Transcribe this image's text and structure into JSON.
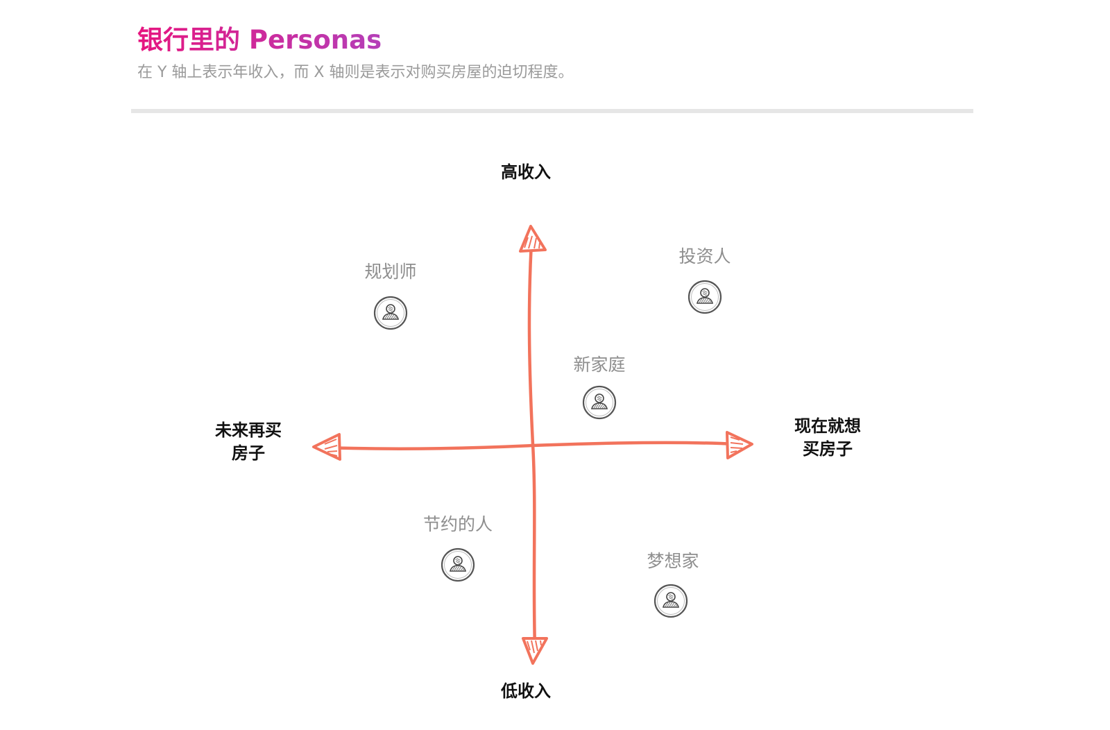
{
  "header": {
    "title": "银行里的 Personas",
    "subtitle": "在 Y 轴上表示年收入，而 X 轴则是表示对购买房屋的迫切程度。"
  },
  "axes": {
    "y_top": "高收入",
    "y_bottom": "低收入",
    "x_left_line1": "未来再买",
    "x_left_line2": "房子",
    "x_right_line1": "现在就想",
    "x_right_line2": "买房子",
    "arrow_color": "#f2735c"
  },
  "personas": [
    {
      "label": "规划师",
      "icon": "person-avatar-icon"
    },
    {
      "label": "投资人",
      "icon": "person-avatar-icon"
    },
    {
      "label": "新家庭",
      "icon": "person-avatar-icon"
    },
    {
      "label": "节约的人",
      "icon": "person-avatar-icon"
    },
    {
      "label": "梦想家",
      "icon": "person-avatar-icon"
    }
  ],
  "colors": {
    "title_gradient_start": "#e6157f",
    "title_gradient_end": "#b43fb8",
    "subtitle": "#9a9a9a",
    "persona_label": "#8e8e8e"
  }
}
